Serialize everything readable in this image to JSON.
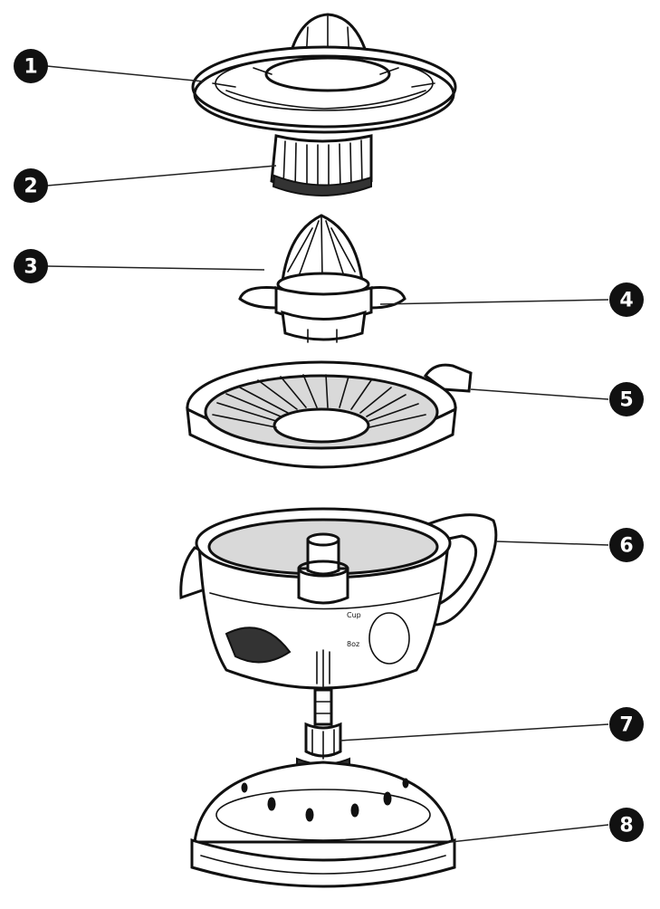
{
  "callouts": [
    {
      "number": "1"
    },
    {
      "number": "2"
    },
    {
      "number": "3"
    },
    {
      "number": "4"
    },
    {
      "number": "5"
    },
    {
      "number": "6"
    },
    {
      "number": "7"
    },
    {
      "number": "8"
    }
  ],
  "jug_markings": [
    "Cup",
    "8oz"
  ]
}
